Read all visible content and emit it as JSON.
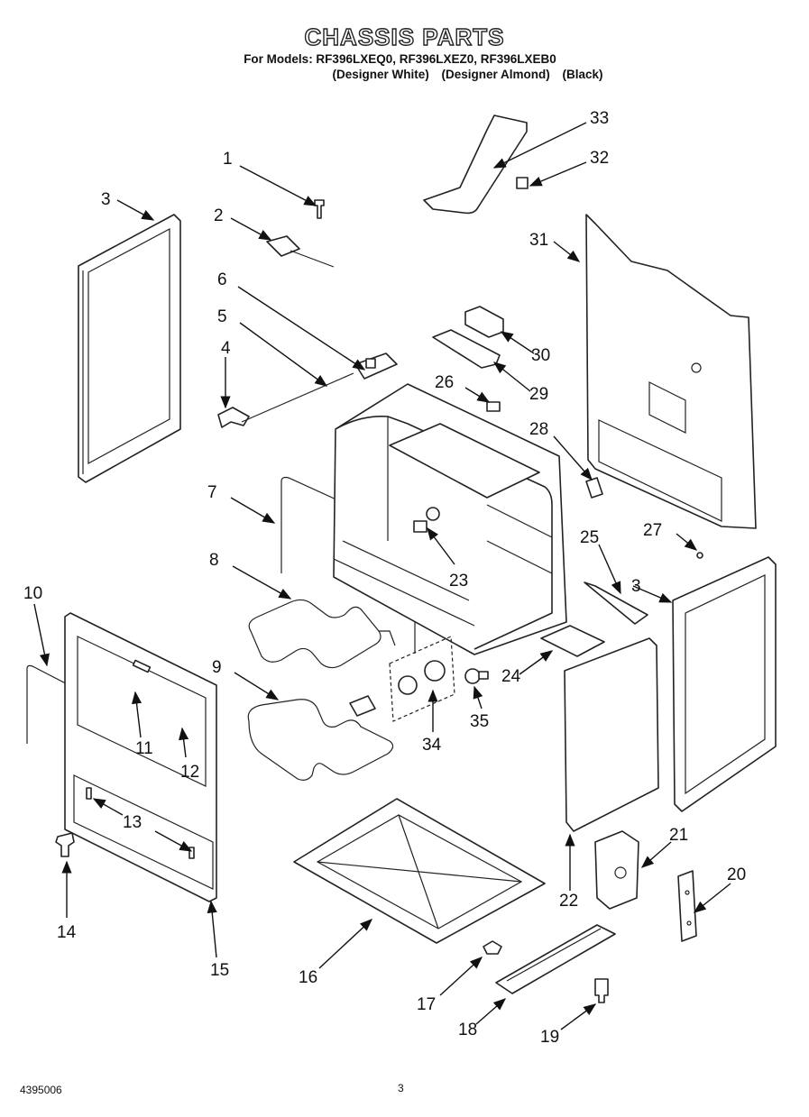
{
  "header": {
    "title": "CHASSIS PARTS",
    "models_line": "For Models: RF396LXEQ0, RF396LXEZ0, RF396LXEB0",
    "variants": [
      "(Designer White)",
      "(Designer Almond)",
      "(Black)"
    ]
  },
  "callouts": [
    "1",
    "2",
    "3",
    "4",
    "5",
    "6",
    "7",
    "8",
    "9",
    "10",
    "11",
    "12",
    "13",
    "14",
    "15",
    "16",
    "17",
    "18",
    "19",
    "20",
    "21",
    "22",
    "23",
    "24",
    "25",
    "26",
    "27",
    "28",
    "29",
    "30",
    "31",
    "32",
    "33",
    "34",
    "35",
    "3"
  ],
  "footer": {
    "doc_number": "4395006",
    "page_number": "3"
  }
}
